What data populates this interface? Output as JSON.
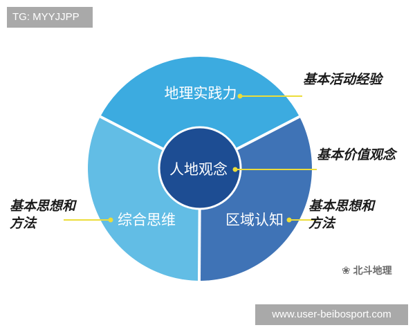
{
  "tag_label": "TG: MYYJJPP",
  "url_label": "www.user-beibosport.com",
  "watermark": {
    "icon": "wechat-icon",
    "text": "北斗地理"
  },
  "diagram": {
    "center": "人地观念",
    "segments": {
      "top": "地理实践力",
      "left": "综合思维",
      "right": "区域认知"
    }
  },
  "notes": {
    "top": "基本活动经验",
    "mid": "基本价值观念",
    "left": {
      "line1": "基本思想和",
      "line2": "方法"
    },
    "right": {
      "line1": "基本思想和",
      "line2": "方法"
    }
  },
  "colors": {
    "top_segment": "#3cabe0",
    "left_segment": "#62bde5",
    "right_segment": "#3f73b6",
    "center": "#1d4d93",
    "connector": "#ecdd3a",
    "divider": "#ffffff"
  }
}
